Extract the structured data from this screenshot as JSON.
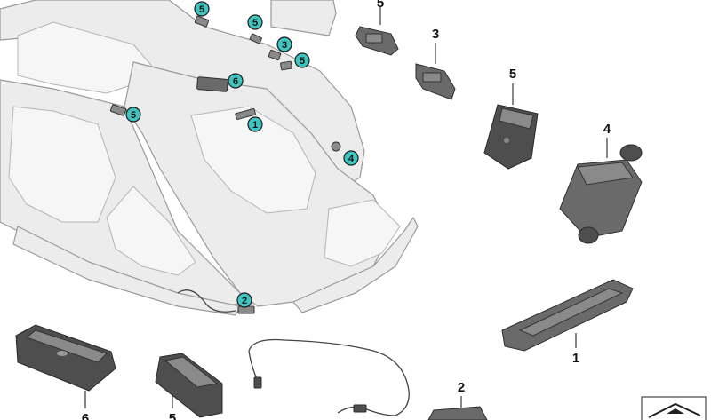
{
  "callouts": [
    "5",
    "5",
    "3",
    "5",
    "6",
    "5",
    "1",
    "4",
    "2"
  ],
  "part_labels": [
    "5",
    "3",
    "5",
    "4",
    "1",
    "2",
    "6",
    "5"
  ],
  "colors": {
    "callout_fill": "#3fc4c0",
    "frame": "#ececec",
    "part": "#4e4e4e"
  },
  "icons": [
    "vehicle-body-frame",
    "control-unit",
    "antenna-amplifier",
    "antenna-module",
    "coaxial-cable",
    "legend-arrow-icon"
  ]
}
